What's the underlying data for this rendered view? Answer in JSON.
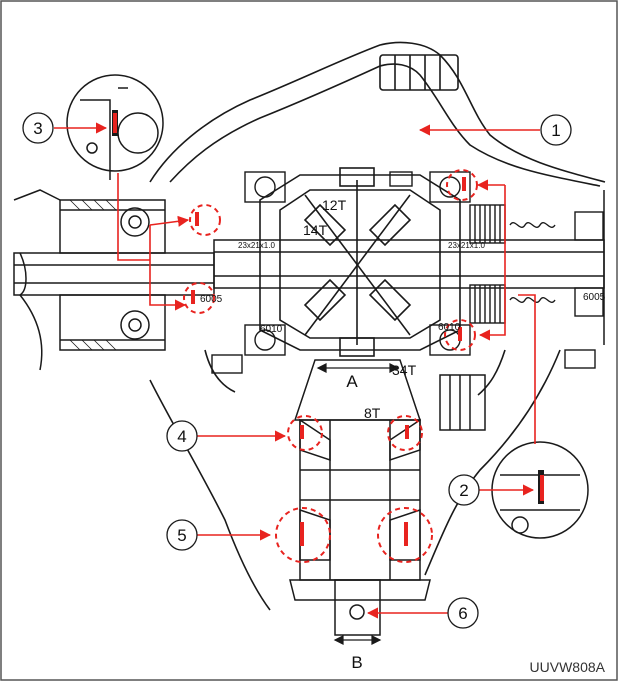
{
  "callouts": [
    {
      "id": "1",
      "label": "1"
    },
    {
      "id": "2",
      "label": "2"
    },
    {
      "id": "3",
      "label": "3"
    },
    {
      "id": "4",
      "label": "4"
    },
    {
      "id": "5",
      "label": "5"
    },
    {
      "id": "6",
      "label": "6"
    }
  ],
  "labels": {
    "gear_12t": "12T",
    "gear_14t": "14T",
    "gear_34t": "34T",
    "gear_8t": "8T",
    "spline_left": "23x21x1.0",
    "spline_right": "23x21x1.0",
    "bearing_6005_left": "6005",
    "bearing_6005_right": "6005",
    "bearing_6010_left": "6010",
    "bearing_6010_right": "6010",
    "dim_a": "A",
    "dim_b": "B"
  },
  "figure_code": "UUVW808A",
  "colors": {
    "callout": "#e8231f",
    "line": "#1a1a1a",
    "frame": "#555555"
  }
}
